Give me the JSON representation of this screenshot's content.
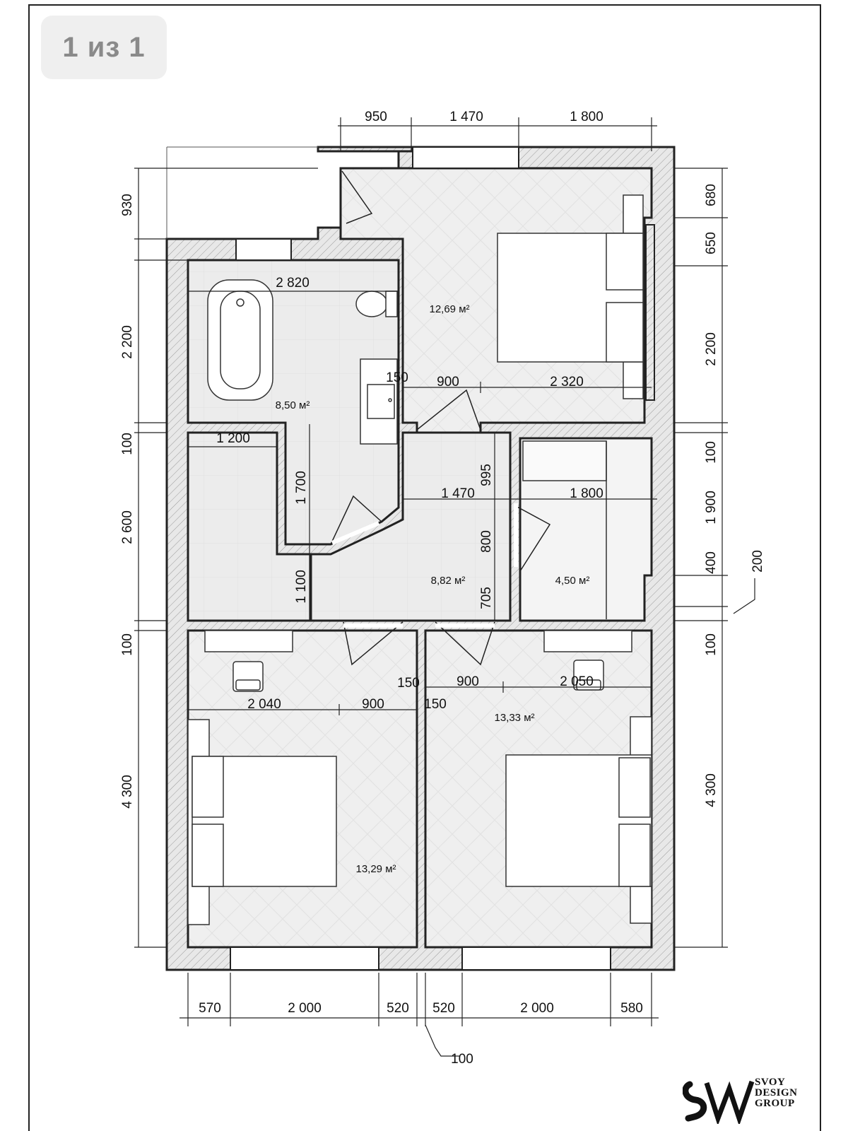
{
  "page_badge": "1 из 1",
  "dimensions": {
    "top": [
      "950",
      "1 470",
      "1 800"
    ],
    "bottom": [
      "570",
      "2 000",
      "520",
      "520",
      "2 000",
      "580"
    ],
    "bottom_wall": "100",
    "left": [
      "930",
      "2 200",
      "100",
      "2 600",
      "100",
      "4 300"
    ],
    "right": [
      "680",
      "650",
      "2 200",
      "100",
      "1 900",
      "400",
      "200",
      "100",
      "4 300"
    ],
    "interior": {
      "bath_width": "2 820",
      "hall_nook_width": "1 200",
      "nook_height": "1 700",
      "nook_lower": "1 100",
      "bedroom1_door_offset": "150",
      "bedroom1_door": "900",
      "bedroom1_width": "2 320",
      "hall_width": "1 470",
      "closet_width": "1 800",
      "hall_995": "995",
      "hall_800": "800",
      "hall_705": "705",
      "bedroom2_width": "2 040",
      "bedroom2_door": "900",
      "bedroom2_door_offset": "150",
      "bedroom3_door_offset": "150",
      "bedroom3_door": "900",
      "bedroom3_width": "2 050"
    }
  },
  "rooms": {
    "bedroom1_area": "12,69 м²",
    "bathroom_area": "8,50 м²",
    "hall_area": "8,82 м²",
    "closet_area": "4,50 м²",
    "bedroom2_area": "13,29 м²",
    "bedroom3_area": "13,33 м²"
  },
  "logo": {
    "lines": [
      "SVOY",
      "DESIGN",
      "GROUP"
    ]
  },
  "colors": {
    "wall": "#222222",
    "wall_fill": "#e4e4e4",
    "floor": "#f0f0f0",
    "furniture": "#ffffff"
  }
}
